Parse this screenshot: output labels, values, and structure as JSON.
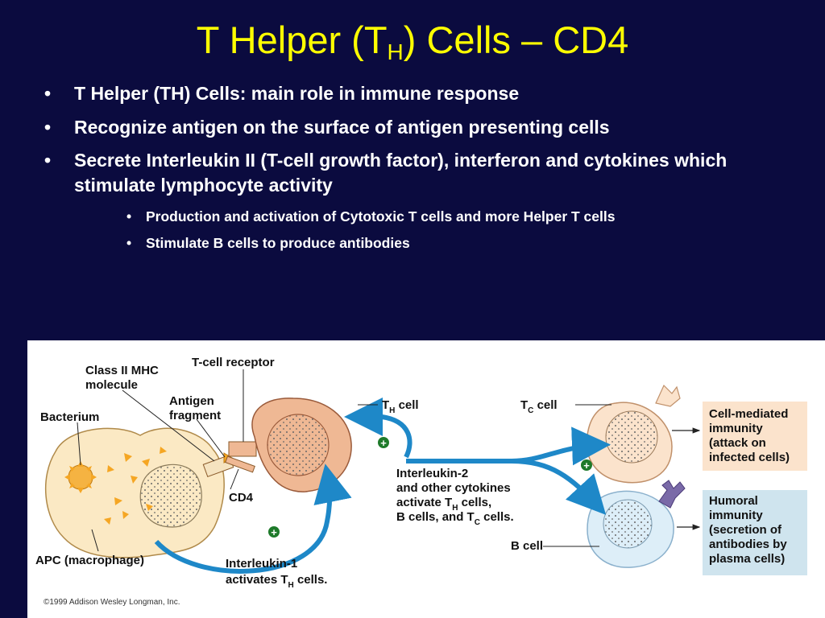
{
  "title": {
    "main": "T Helper (T",
    "sub": "H",
    "rest": ") Cells – CD4"
  },
  "bullets": [
    "T Helper (TH) Cells:  main role in immune response",
    "Recognize antigen on the surface of antigen presenting cells",
    "Secrete Interleukin II (T-cell growth factor), interferon and cytokines which stimulate lymphocyte activity"
  ],
  "sub_bullets": [
    "Production and activation of Cytotoxic T cells and more Helper T cells",
    "Stimulate B cells to produce antibodies"
  ],
  "figure": {
    "class2_mhc": [
      "Class II MHC",
      "molecule"
    ],
    "tcell_receptor": "T-cell receptor",
    "antigen_fragment": [
      "Antigen",
      "fragment"
    ],
    "bacterium": "Bacterium",
    "cd4": "CD4",
    "th_cell": {
      "main": "T",
      "sub": "H",
      "rest": " cell"
    },
    "tc_cell": {
      "main": "T",
      "sub": "C",
      "rest": " cell"
    },
    "b_cell": "B cell",
    "apc": "APC (macrophage)",
    "il2": {
      "line1": "Interleukin-2",
      "line2": "and other cytokines",
      "line3_a": "activate T",
      "line3_sub": "H",
      "line3_b": " cells,",
      "line4_a": "B cells, and T",
      "line4_sub": "C",
      "line4_b": " cells."
    },
    "il1": {
      "line1": "Interleukin-1",
      "line2_a": "activates T",
      "line2_sub": "H",
      "line2_b": " cells."
    },
    "cell_mediated": [
      "Cell-mediated",
      "immunity",
      "(attack on",
      "infected cells)"
    ],
    "humoral": [
      "Humoral",
      "immunity",
      "(secretion of",
      "antibodies by",
      "plasma cells)"
    ],
    "plus_sign": "+",
    "copyright": "©1999 Addison Wesley Longman, Inc.",
    "colors": {
      "apc_fill": "#fbe9c4",
      "th_fill": "#efb894",
      "tc_fill": "#fbe3cc",
      "b_fill": "#ddeef8",
      "arrow": "#1e88c8",
      "cm_box": "#fbe3cc",
      "hum_box": "#cfe4ee"
    }
  }
}
